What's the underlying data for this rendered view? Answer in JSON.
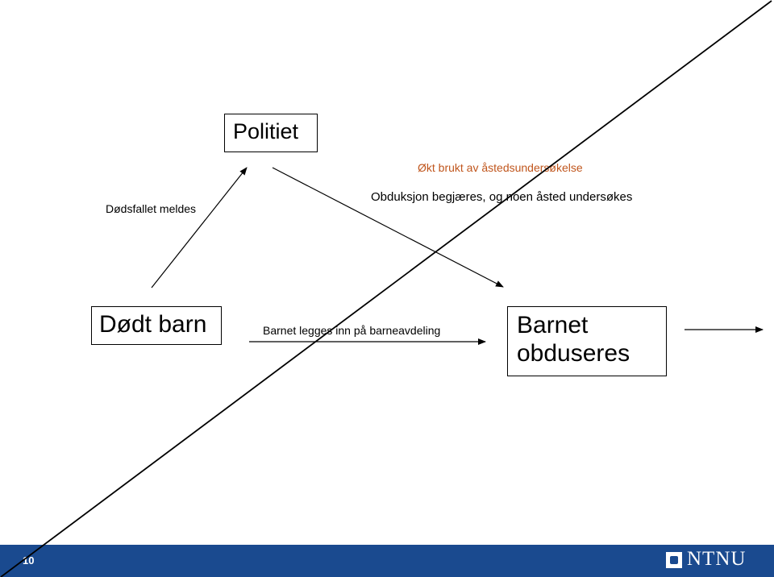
{
  "boxes": {
    "politiet": "Politiet",
    "dodt_barn": "Dødt barn",
    "obduseres": "Barnet obduseres"
  },
  "labels": {
    "dodsfallet_meldes": "Dødsfallet meldes",
    "okt_brukt": "Økt brukt av åstedsundersøkelse",
    "obduksjon": "Obduksjon begjæres, og noen åsted undersøkes",
    "barnet_legges": "Barnet legges inn på barneavdeling"
  },
  "footer": {
    "page_number": "10",
    "logo_text": "NTNU"
  },
  "colors": {
    "footer": "#1a4a8f",
    "highlight_text": "#c0561d"
  }
}
